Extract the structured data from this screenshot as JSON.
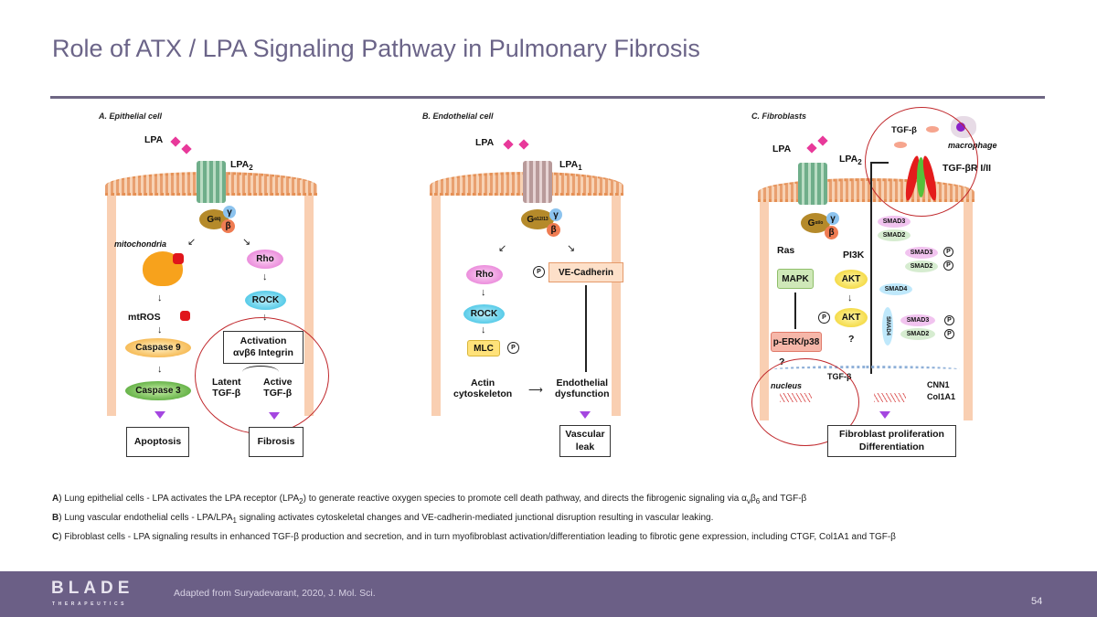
{
  "title": "Role of ATX / LPA Signaling Pathway in Pulmonary Fibrosis",
  "panel_a": {
    "title": "A. Epithelial cell",
    "lpa": "LPA",
    "receptor": {
      "main": "LPA",
      "sub": "2"
    },
    "g_alpha": {
      "main": "G",
      "sub": "αq"
    },
    "gamma": "γ",
    "beta": "β",
    "mitochondria": "mitochondria",
    "mtros": "mtROS",
    "caspase9": "Caspase 9",
    "caspase3": "Caspase 3",
    "apoptosis": "Apoptosis",
    "rho": "Rho",
    "rock": "ROCK",
    "activation": "Activation",
    "integrin": "αvβ6 Integrin",
    "latent": "Latent",
    "active": "Active",
    "tgfb": "TGF-β",
    "fibrosis": "Fibrosis"
  },
  "panel_b": {
    "title": "B. Endothelial cell",
    "lpa": "LPA",
    "receptor": {
      "main": "LPA",
      "sub": "1"
    },
    "g_alpha": {
      "main": "G",
      "sub": "α12/13"
    },
    "gamma": "γ",
    "beta": "β",
    "rho": "Rho",
    "rock": "ROCK",
    "mlc": "MLC",
    "p": "P",
    "ve_cadherin": "VE-Cadherin",
    "actin": "Actin",
    "cytoskeleton": "cytoskeleton",
    "endothelial": "Endothelial",
    "dysfunction": "dysfunction",
    "vascular": "Vascular",
    "leak": "leak"
  },
  "panel_c": {
    "title": "C. Fibroblasts",
    "lpa": "LPA",
    "receptor": {
      "main": "LPA",
      "sub": "2"
    },
    "tgfb": "TGF-β",
    "macrophage": "macrophage",
    "tgfbr": "TGF-βR I/II",
    "g_alpha": {
      "main": "G",
      "sub": "αi/o"
    },
    "gamma": "γ",
    "beta": "β",
    "ras": "Ras",
    "pi3k": "PI3K",
    "mapk": "MAPK",
    "akt": "AKT",
    "p": "P",
    "perk": "p-ERK/p38",
    "question": "?",
    "nucleus": "nucleus",
    "smad3": "SMAD3",
    "smad2": "SMAD2",
    "smad4": "SMAD4",
    "cnn1": "CNN1",
    "col1a1": "Col1A1",
    "result1": "Fibroblast proliferation",
    "result2": "Differentiation"
  },
  "captions": [
    {
      "key": "A",
      "text1": ") Lung epithelial cells - LPA activates the LPA receptor (LPA",
      "sub1": "2",
      "text2": ") to generate reactive oxygen species to promote cell death pathway, and directs the fibrogenic signaling via α",
      "sub2": "v",
      "text3": "β",
      "sub3": "6",
      "text4": " and TGF-β"
    },
    {
      "key": "B",
      "text1": ") Lung vascular endothelial cells - LPA/LPA",
      "sub1": "1",
      "text2": " signaling activates cytoskeletal changes and VE-cadherin-mediated junctional disruption resulting in vascular leaking."
    },
    {
      "key": "C",
      "text1": ") Fibroblast cells - LPA signaling results in enhanced TGF-β production and secretion, and in turn myofibroblast activation/differentiation leading to fibrotic gene expression, including CTGF, Col1A1 and TGF-β"
    }
  ],
  "footer": {
    "logo": "BLADE",
    "logo_sub": "THERAPEUTICS",
    "source": "Adapted from Suryadevarant, 2020, J. Mol. Sci.",
    "page": "54"
  },
  "colors": {
    "title": "#6b6488",
    "footer": "#6b5f86",
    "highlight_circle": "#c0282c"
  }
}
